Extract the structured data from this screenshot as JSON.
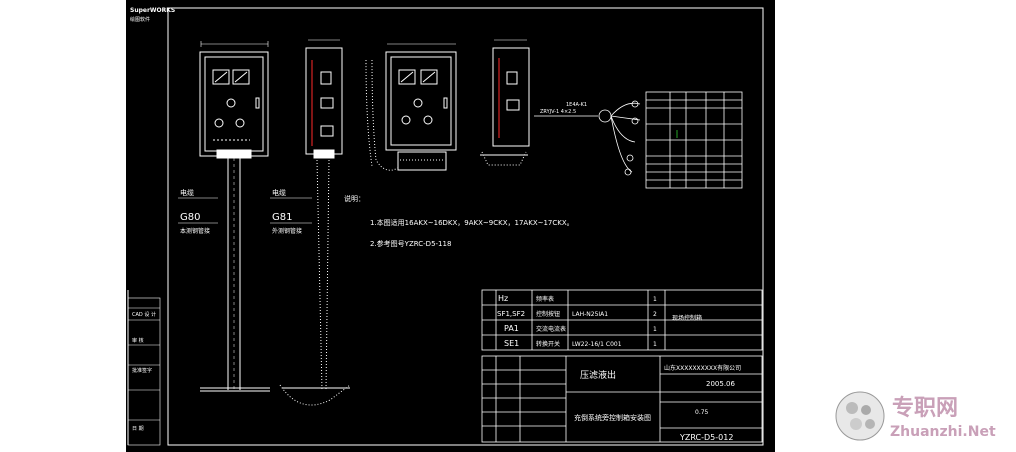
{
  "title_block": {
    "software": "SuperWORKS",
    "software_sub": "绘图软件",
    "notes_title": "说明：",
    "note_1": "1.本图适用16AKX~16DKX，9AKX~9CKX，17AKX~17CKX。",
    "note_2": "2.参考图号YZRC-D5-118",
    "project": "压滤液出",
    "drawing_title": "充倒系统旁控制箱安装图",
    "company": "山东XXXXXXXXXX有限公司",
    "date": "2005.06",
    "drawing_no": "YZRC-D5-012",
    "scale_value": "0.75"
  },
  "bom_rows": [
    {
      "code": "Hz",
      "name": "频率表",
      "model": "",
      "qty": "1",
      "remark": ""
    },
    {
      "code": "SF1,SF2",
      "name": "控制按钮",
      "model": "LAH-N25IA1",
      "qty": "2",
      "remark": "现场控制箱"
    },
    {
      "code": "PA1",
      "name": "交流电流表",
      "model": "",
      "qty": "1",
      "remark": ""
    },
    {
      "code": "SE1",
      "name": "转换开关",
      "model": "LW22-16/1 C001",
      "qty": "1",
      "remark": ""
    }
  ],
  "left_labels": {
    "cable_1": "电缆",
    "g80": "G80",
    "g80_sub": "本测钢管接",
    "cable_2": "电缆",
    "g81": "G81",
    "g81_sub": "外测钢管接"
  },
  "side_labels": [
    "CAD 设 计",
    "审 核",
    "批准签字",
    "日 期"
  ],
  "circuit_labels": [
    "1E4A-K1",
    "ZRYJV-1 4×2.5"
  ],
  "watermark": {
    "cn": "专职网",
    "en": "Zhuanzhi.Net"
  },
  "colors": {
    "background": "#000000",
    "line": "#ffffff",
    "accent_red": "#ff2a2a",
    "accent_green": "#33cc33",
    "watermark": "#c9a0b8"
  }
}
